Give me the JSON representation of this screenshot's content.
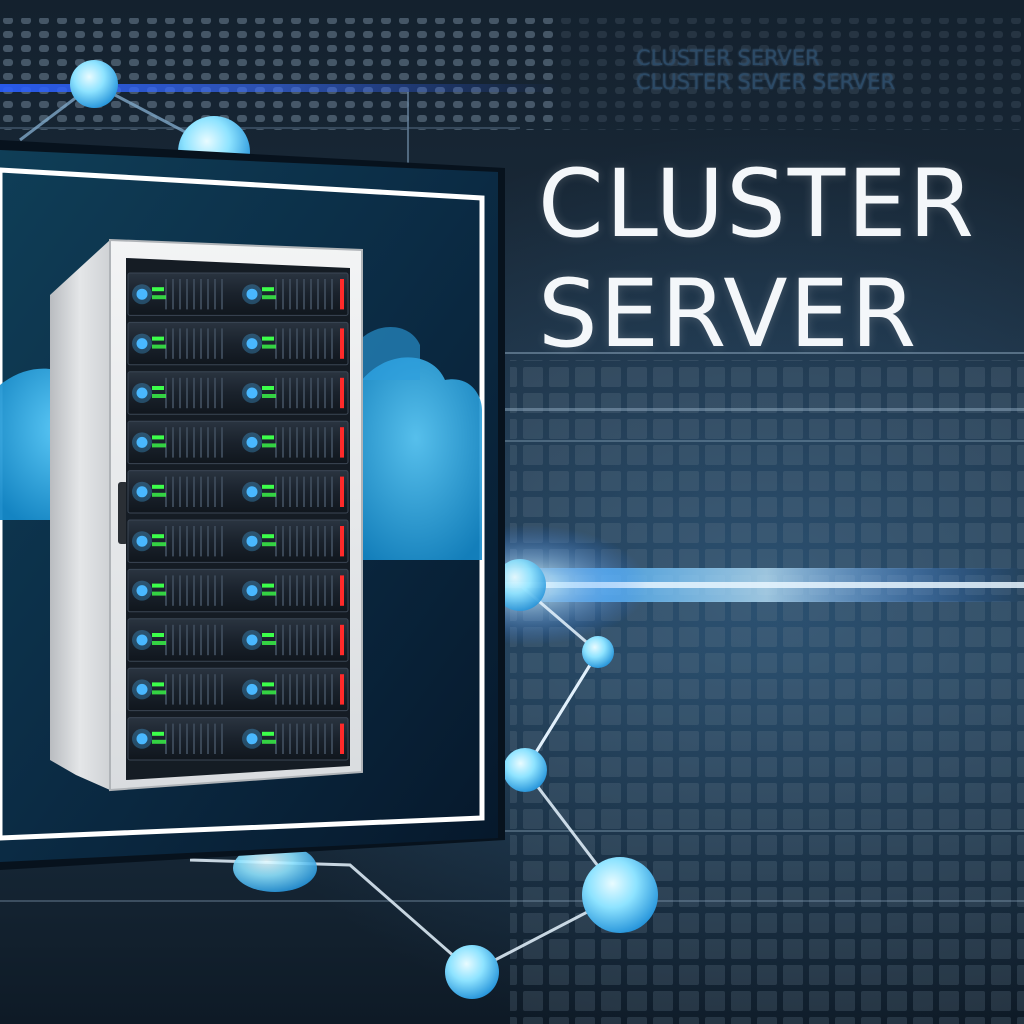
{
  "caption": {
    "line1": "CLUSTER SERVER",
    "line2": "CLUSTER SEVER SERVER"
  },
  "headline": {
    "line1": "CLUSTER",
    "line2": "SERVER"
  },
  "colors": {
    "background": "#0d1a26",
    "accent_blue": "#5ad2ff",
    "led_green": "#3cff4a",
    "led_blue": "#4ab8ff",
    "led_red": "#ff2a2a",
    "frame_white": "#ffffff"
  },
  "icons": {
    "main_object": "server-rack-icon",
    "network": "network-node-icon",
    "cloud": "cloud-icon"
  }
}
